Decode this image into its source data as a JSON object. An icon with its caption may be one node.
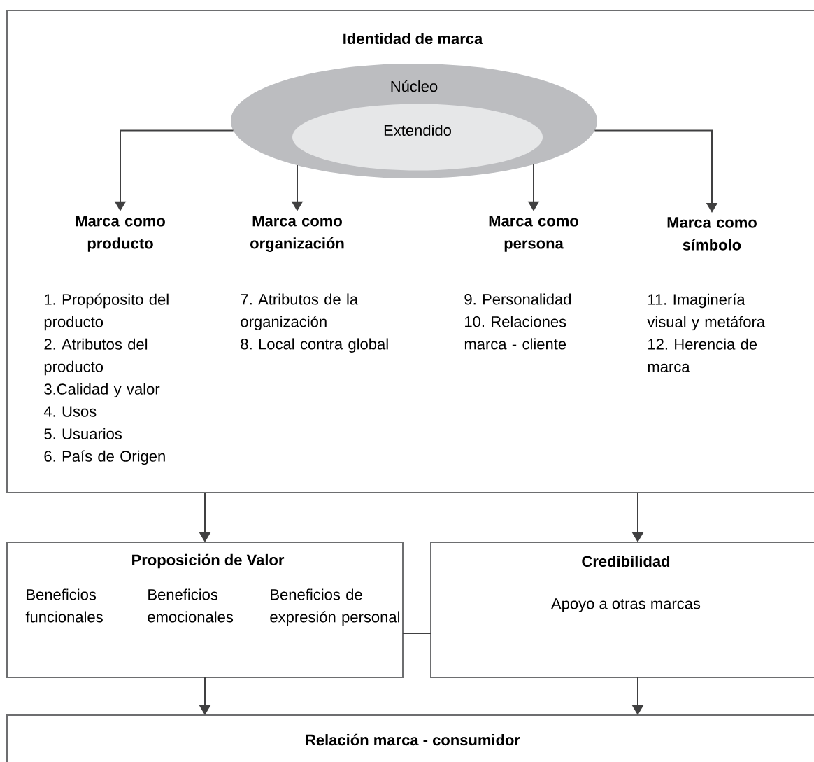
{
  "diagram": {
    "nodes": [
      {
        "text": [
          "Identidad de marca"
        ]
      },
      {
        "text": [
          "Núcleo"
        ],
        "in": 0
      },
      {
        "text": [
          "Extendido"
        ],
        "in": 1
      },
      {
        "text": [
          "Marca como producto",
          "1. Propóposito del producto",
          "2. Atributos del producto",
          "3.Calidad y valor",
          "4. Usos",
          "5. Usuarios",
          "6. País de Origen"
        ],
        "in": 0
      },
      {
        "text": [
          "Marca como organización",
          "7. Atributos de la organización",
          "8. Local contra global"
        ],
        "in": 0
      },
      {
        "text": [
          "Marca como persona",
          "9. Personalidad",
          "10. Relaciones marca - cliente"
        ],
        "in": 0
      },
      {
        "text": [
          "Marca como símbolo",
          "11. Imaginería visual y metáfora",
          "12. Herencia de marca"
        ],
        "in": 0
      },
      {
        "text": [
          "Proposición de Valor",
          "Beneficios funcionales",
          "Beneficios emocionales",
          "Beneficios de expresión personal"
        ]
      },
      {
        "text": [
          "Credibilidad",
          "Apoyo a otras marcas"
        ]
      },
      {
        "text": [
          "Relación marca - consumidor"
        ]
      }
    ],
    "edges": [
      {
        "from": 1,
        "to": 3,
        "arrow": "to"
      },
      {
        "from": 1,
        "to": 4,
        "arrow": "to"
      },
      {
        "from": 1,
        "to": 5,
        "arrow": "to"
      },
      {
        "from": 1,
        "to": 6,
        "arrow": "to"
      },
      {
        "from": 0,
        "to": 7,
        "arrow": "to"
      },
      {
        "from": 0,
        "to": 8,
        "arrow": "to"
      },
      {
        "from": 7,
        "to": 8,
        "arrow": "none"
      },
      {
        "from": 7,
        "to": 9,
        "arrow": "to"
      },
      {
        "from": 8,
        "to": 9,
        "arrow": "to"
      }
    ]
  }
}
